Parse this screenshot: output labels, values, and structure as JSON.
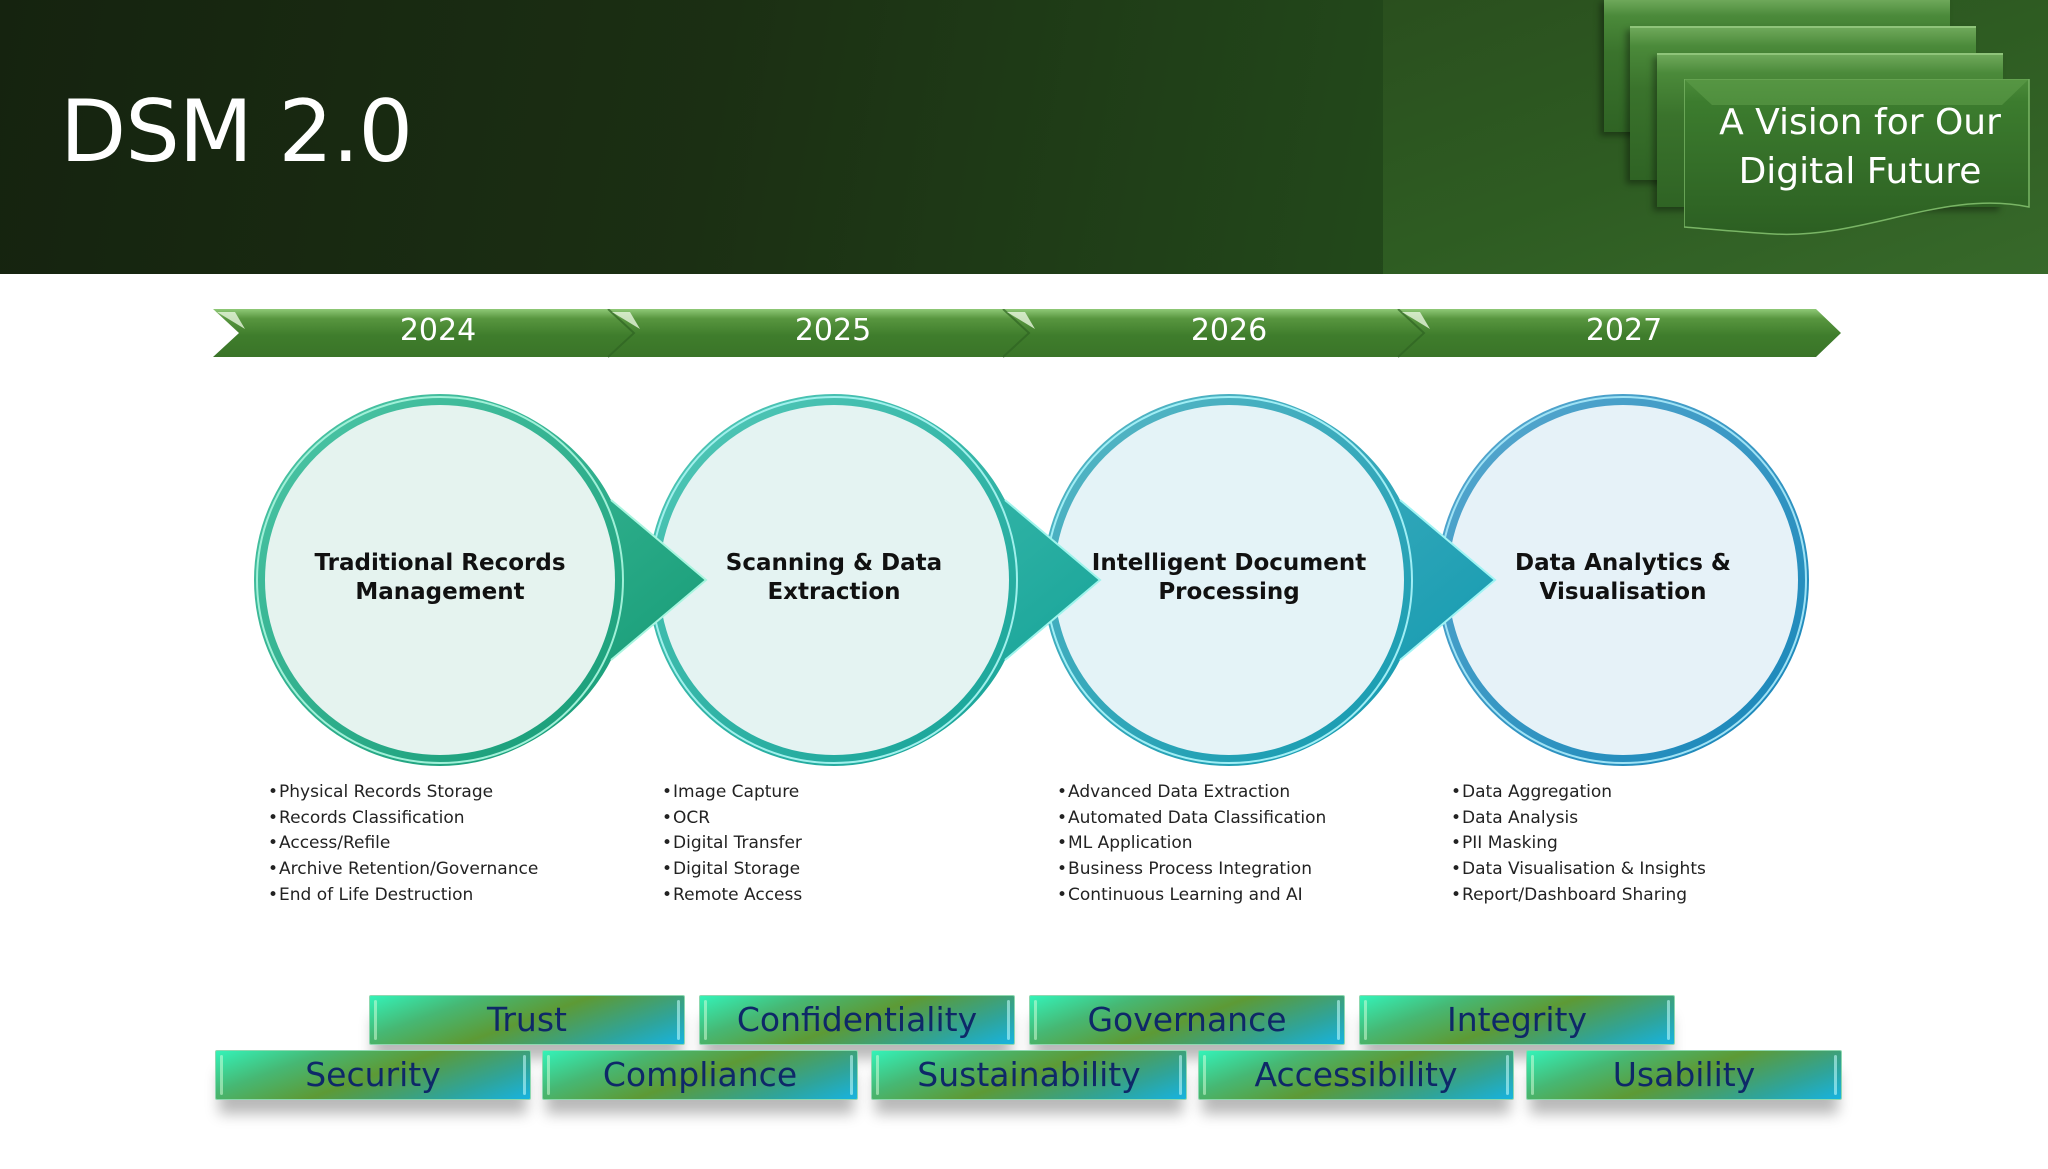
{
  "header": {
    "title": "DSM 2.0",
    "subtitle_line1": "A Vision for Our",
    "subtitle_line2": "Digital Future"
  },
  "timeline": {
    "years": [
      "2024",
      "2025",
      "2026",
      "2027"
    ]
  },
  "stages": [
    {
      "title_line1": "Traditional Records",
      "title_line2": "Management",
      "color": "#1aa07a",
      "items": [
        "Physical Records Storage",
        "Records Classification",
        "Access/Refile",
        "Archive Retention/Governance",
        "End of Life Destruction"
      ]
    },
    {
      "title_line1": "Scanning & Data",
      "title_line2": "Extraction",
      "color": "#16a896",
      "items": [
        "Image Capture",
        "OCR",
        "Digital Transfer",
        "Digital Storage",
        "Remote Access"
      ]
    },
    {
      "title_line1": "Intelligent Document",
      "title_line2": "Processing",
      "color": "#12a3ad",
      "items": [
        "Advanced Data Extraction",
        "Automated Data Classification",
        "ML Application",
        "Business Process Integration",
        "Continuous Learning and AI"
      ]
    },
    {
      "title_line1": "Data Analytics &",
      "title_line2": "Visualisation",
      "color": "#1b8fc0",
      "items": [
        "Data Aggregation",
        "Data Analysis",
        "PII Masking",
        "Data Visualisation & Insights",
        "Report/Dashboard Sharing"
      ]
    }
  ],
  "values": {
    "row1": [
      "Trust",
      "Confidentiality",
      "Governance",
      "Integrity"
    ],
    "row2": [
      "Security",
      "Compliance",
      "Sustainability",
      "Accessibility",
      "Usability"
    ]
  },
  "colors": {
    "header_dark": "#15230f",
    "timeline_green": "#3d7a2a",
    "tag_text": "#0e2868"
  }
}
